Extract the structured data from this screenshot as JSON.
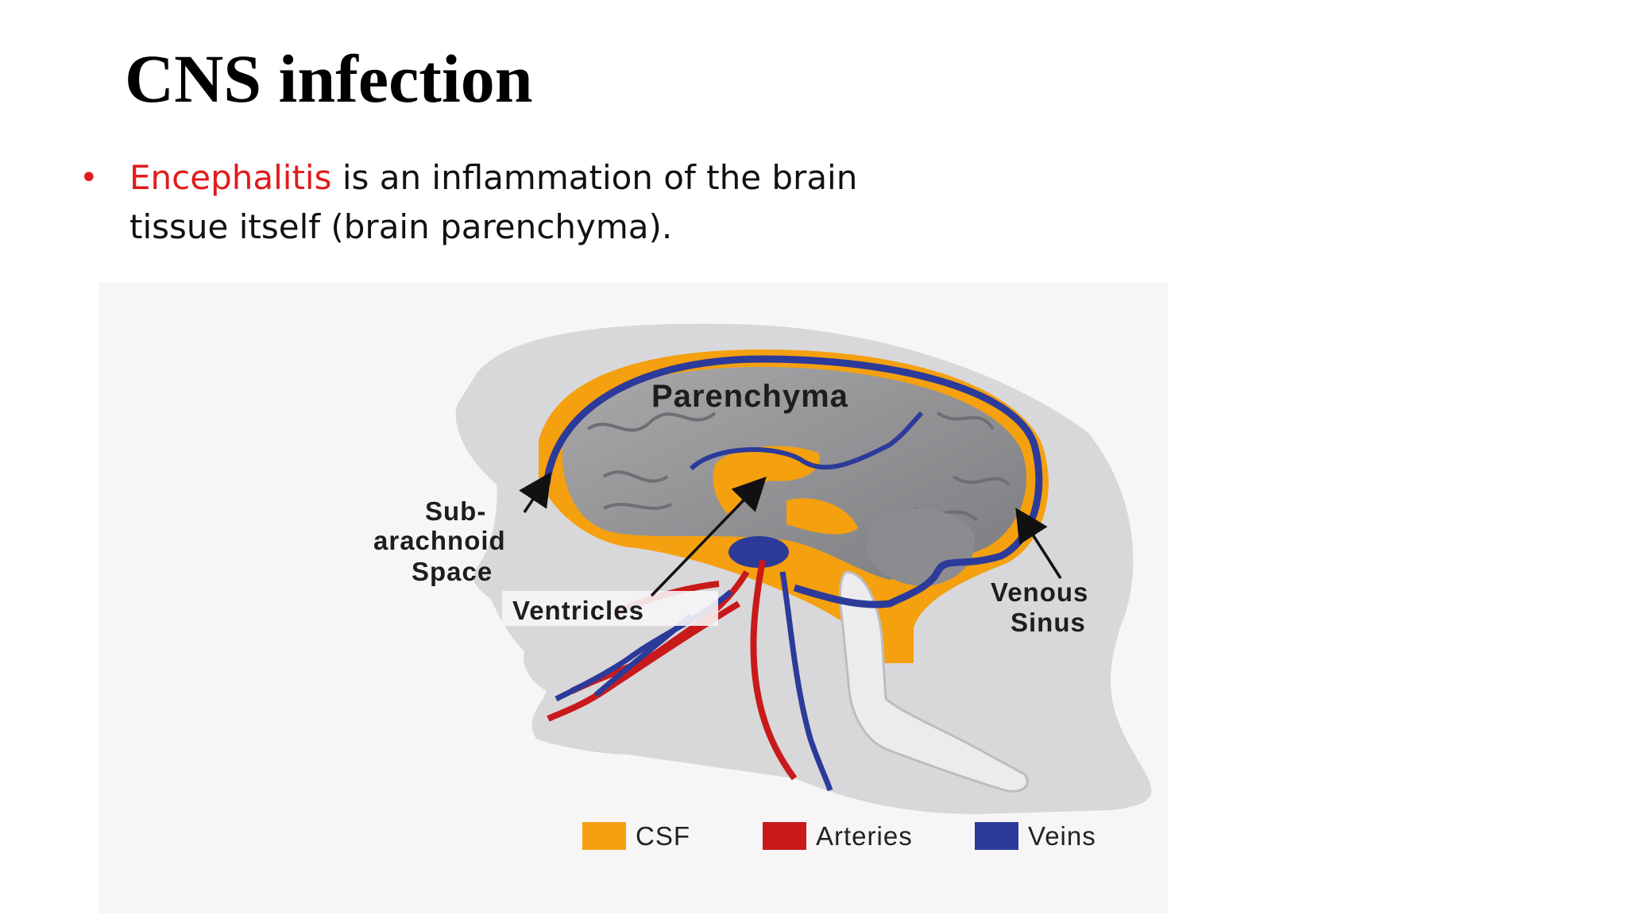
{
  "slide": {
    "title": "CNS infection",
    "bullet": {
      "term": "Encephalitis",
      "text_line1": " is an inflammation of the brain",
      "text_line2": "tissue itself (brain parenchyma)."
    }
  },
  "figure": {
    "labels": {
      "parenchyma": "Parenchyma",
      "subarachnoid_1": "Sub-",
      "subarachnoid_2": "arachnoid",
      "subarachnoid_3": "Space",
      "ventricles": "Ventricles",
      "venous_1": "Venous",
      "venous_2": "Sinus"
    },
    "legend": [
      {
        "label": "CSF",
        "color": "#f5a00f"
      },
      {
        "label": "Arteries",
        "color": "#c81a1a"
      },
      {
        "label": "Veins",
        "color": "#2c3a9a"
      }
    ]
  }
}
